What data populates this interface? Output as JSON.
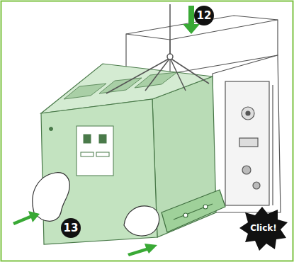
{
  "diagram": {
    "labels": [
      "12",
      "13",
      "Click!"
    ]
  }
}
